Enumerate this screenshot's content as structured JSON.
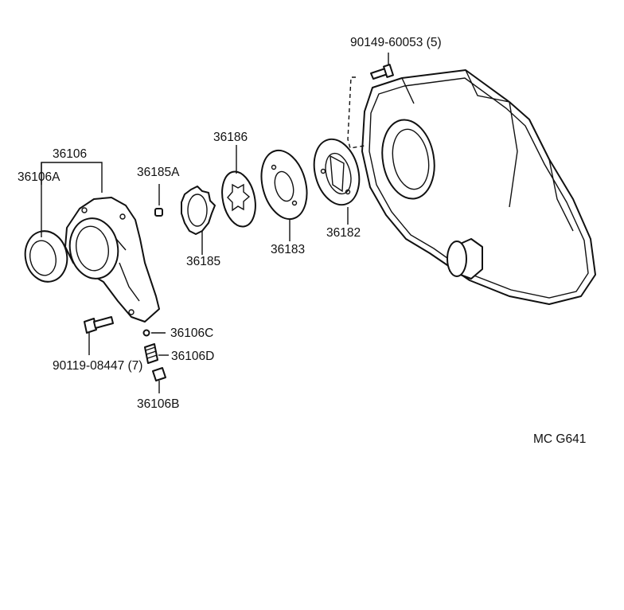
{
  "parts": {
    "p36106": "36106",
    "p36106A": "36106A",
    "p36185A": "36185A",
    "p36186": "36186",
    "p36185": "36185",
    "p36183": "36183",
    "p36182": "36182",
    "p90149": "90149-60053 (5)",
    "p90119": "90119-08447 (7)",
    "p36106C": "36106C",
    "p36106D": "36106D",
    "p36106B": "36106B"
  },
  "figure_code": "MC G641"
}
